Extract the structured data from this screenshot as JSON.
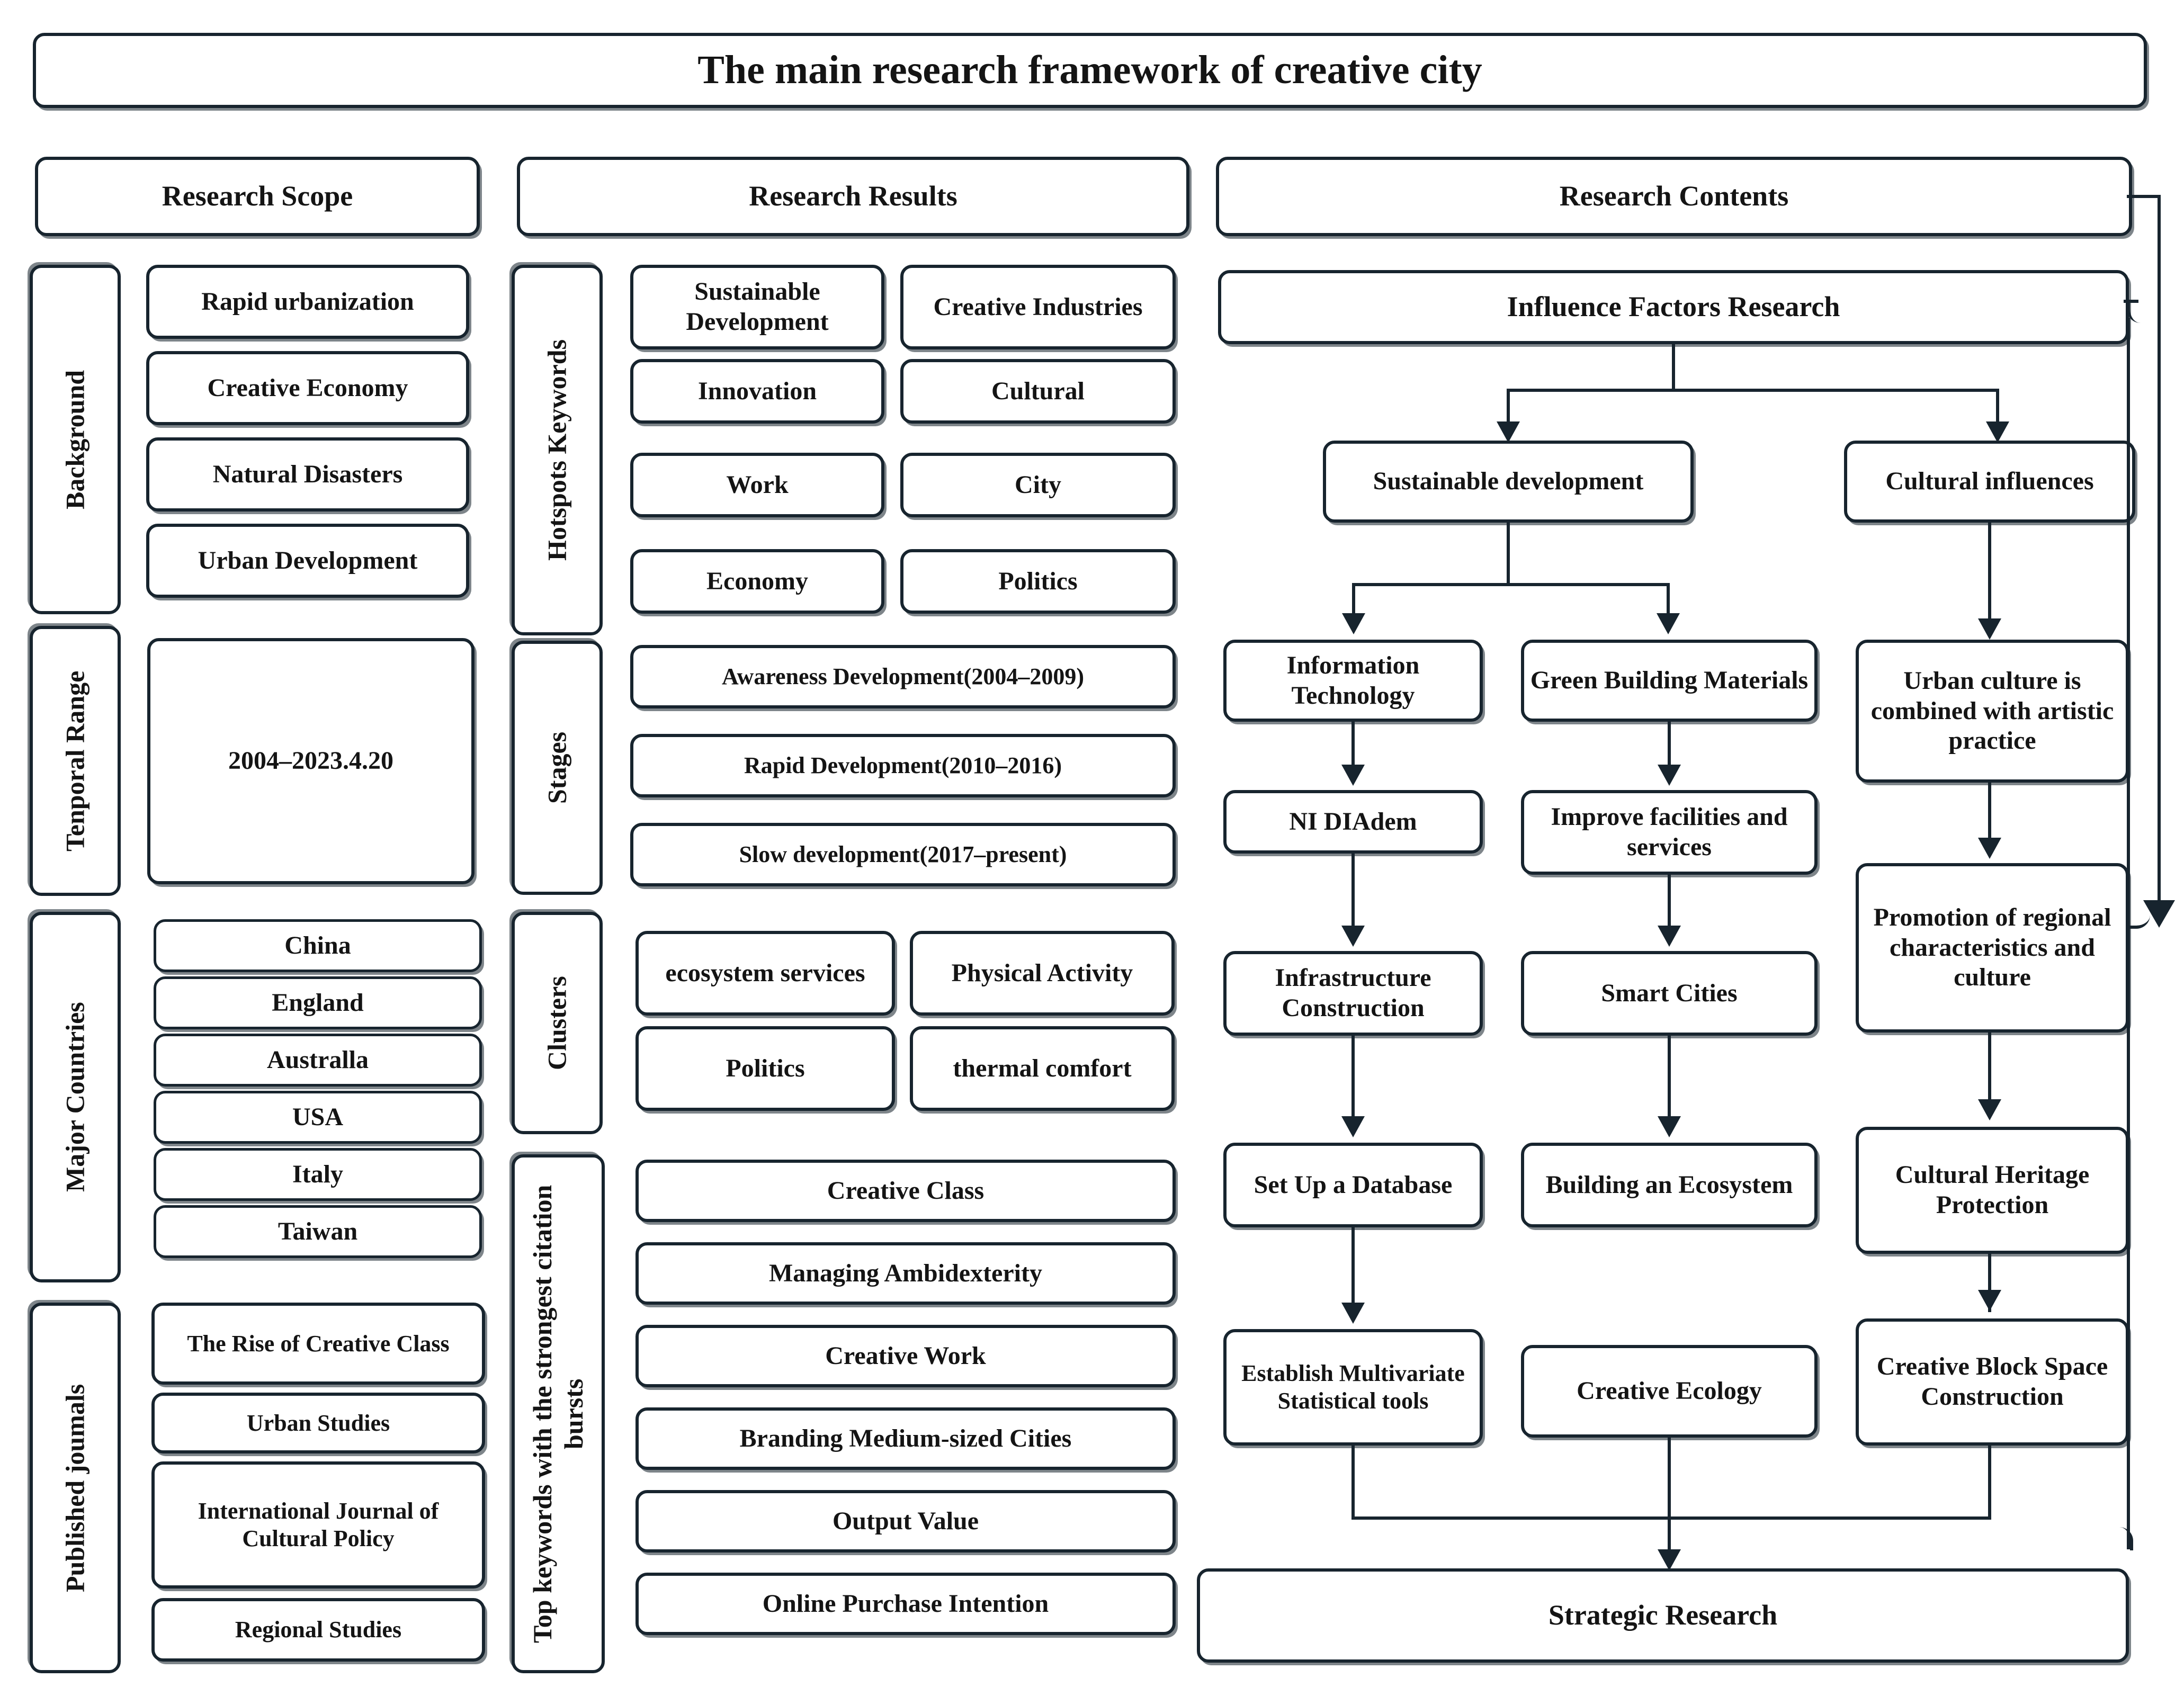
{
  "title": "The main research framework of creative city",
  "columns": {
    "scope": "Research Scope",
    "results": "Research Results",
    "contents": "Research Contents"
  },
  "research_scope": {
    "groups": [
      {
        "label": "Background",
        "items": [
          "Rapid urbanization",
          "Creative Economy",
          "Natural Disasters",
          "Urban Development"
        ]
      },
      {
        "label": "Tenporal Range",
        "items": [
          "2004–2023.4.20"
        ]
      },
      {
        "label": "Major Countries",
        "items": [
          "China",
          "England",
          "Australla",
          "USA",
          "Italy",
          "Taiwan"
        ]
      },
      {
        "label": "Published joumals",
        "items": [
          "The Rise of Creative Class",
          "Urban Studies",
          "International Journal of Cultural Policy",
          "Regional Studies"
        ]
      }
    ]
  },
  "research_results": {
    "groups": [
      {
        "label": "Hotspots Keywords",
        "grid": [
          [
            "Sustainable Development",
            "Creative Industries"
          ],
          [
            "Innovation",
            "Cultural"
          ],
          [
            "Work",
            "City"
          ],
          [
            "Economy",
            "Politics"
          ]
        ]
      },
      {
        "label": "Stages",
        "items": [
          "Awareness Development(2004–2009)",
          "Rapid Development(2010–2016)",
          "Slow development(2017–present)"
        ]
      },
      {
        "label": "Clusters",
        "grid": [
          [
            "ecosystem services",
            "Physical Activity"
          ],
          [
            "Politics",
            "thermal comfort"
          ]
        ]
      },
      {
        "label": "Top keywords with the strongest citation bursts",
        "items": [
          "Creative Class",
          "Managing Ambidexterity",
          "Creative Work",
          "Branding Medium-sized Cities",
          "Output Value",
          "Online Purchase Intention"
        ]
      }
    ]
  },
  "research_contents": {
    "root": "Influence Factors Research",
    "branches": [
      "Sustainable development",
      "Cultural influences"
    ],
    "chains": {
      "col1": [
        "Information Technology",
        "NI DIAdem",
        "Infrastructure Construction",
        "Set Up a Database",
        "Establish Multivariate Statistical tools"
      ],
      "col2": [
        "Green Building Materials",
        "Improve facilities and services",
        "Smart Cities",
        "Building an Ecosystem",
        "Creative Ecology"
      ],
      "col3": [
        "Urban culture is combined with artistic practice",
        "Promotion of regional characteristics and culture",
        "Cultural Heritage Protection",
        "Creative Block Space Construction"
      ]
    },
    "footer": "Strategic Research"
  },
  "colors": {
    "border": "#17242e",
    "text": "#141414",
    "background": "#ffffff"
  }
}
